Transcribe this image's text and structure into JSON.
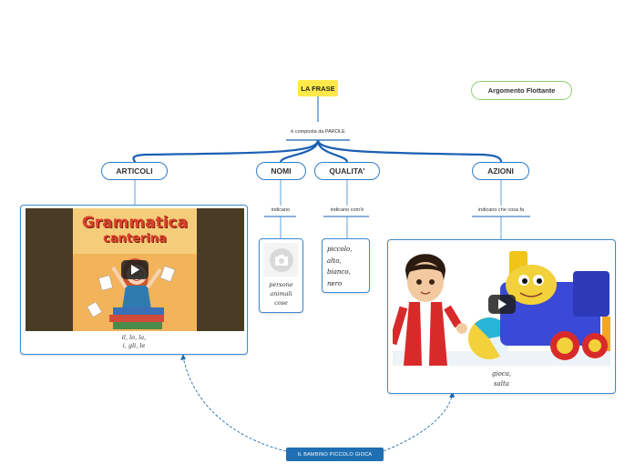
{
  "root": {
    "label": "LA FRASE"
  },
  "floating_topic": {
    "label": "Argomento Flottante"
  },
  "connector_label": "è composta da PAROLE",
  "branches": {
    "articoli": {
      "label": "ARTICOLI",
      "example_lines": [
        "il, lo, la,",
        "i, gli, le"
      ],
      "video_title_line1": "Grammatica",
      "video_title_line2": "canterina"
    },
    "nomi": {
      "label": "NOMI",
      "sublabel": "indicano",
      "example_lines": [
        "persone",
        "animali",
        "cose"
      ]
    },
    "qualita": {
      "label": "QUALITA'",
      "sublabel": "indicano com'è",
      "example_lines": [
        "piccolo,",
        "alto,",
        "bianco,",
        "nero"
      ]
    },
    "azioni": {
      "label": "AZIONI",
      "sublabel": "indicano che cosa fa",
      "example_lines": [
        "gioca,",
        "salta"
      ]
    }
  },
  "bottom_topic": {
    "label": "IL BAMBINO PICCOLO GIOCA"
  },
  "colors": {
    "root_bg": "#ffe94a",
    "branch_line": "#1a5fb4",
    "card_border": "#3a8bd3",
    "floating_border": "#8dd16b",
    "bottom_bg": "#1f6fb2"
  },
  "icons": {
    "video": "play-icon",
    "image": "camera-icon"
  }
}
